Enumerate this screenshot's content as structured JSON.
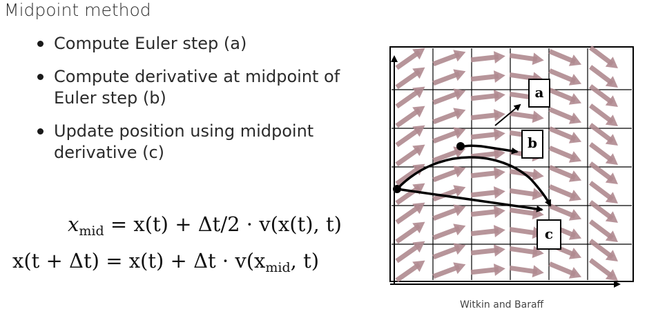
{
  "title": "Midpoint method",
  "bullets": [
    {
      "line1": "Compute Euler step (a)",
      "line2": ""
    },
    {
      "line1": "Compute derivative at midpoint of",
      "line2": "Euler step (b)"
    },
    {
      "line1": "Update position using midpoint",
      "line2": "derivative (c)"
    }
  ],
  "equations": {
    "eq1": {
      "lhs_var": "x",
      "lhs_sub": "mid",
      "rhs": "= x(t) + Δt/2 · v(x(t), t)"
    },
    "eq2": {
      "lhs": "x(t + Δt)",
      "rhs_prefix": "= x(t) + Δt · v(x",
      "rhs_sub": "mid",
      "rhs_suffix": ", t)"
    }
  },
  "diagram_labels": {
    "a": "a",
    "b": "b",
    "c": "c"
  },
  "credit": "Witkin and Baraff",
  "colors": {
    "field_arrow": "#b08a90",
    "ink": "#000000"
  }
}
